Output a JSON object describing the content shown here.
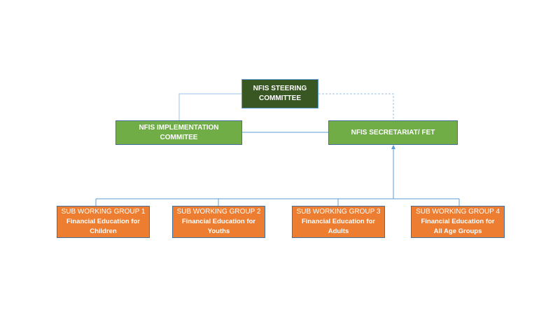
{
  "diagram": {
    "steering": {
      "line1": "NFIS STEERING",
      "line2": "COMMITTEE"
    },
    "implementation": {
      "line1": "NFIS IMPLEMENTATION",
      "line2": "COMMITEE"
    },
    "secretariat": {
      "label": "NFIS SECRETARIAT/ FET"
    },
    "sub_groups": [
      {
        "title": "SUB WORKING GROUP 1",
        "line1": "Financial Education for",
        "line2": "Children"
      },
      {
        "title": "SUB WORKING GROUP 2",
        "line1": "Financial Education for",
        "line2": "Youths"
      },
      {
        "title": "SUB WORKING GROUP 3",
        "line1": "Financial Education for",
        "line2": "Adults"
      },
      {
        "title": "SUB WORKING GROUP 4",
        "line1": "Financial Education for",
        "line2": "All Age Groups"
      }
    ],
    "colors": {
      "steering": "#385723",
      "committee": "#70ad47",
      "sub_group": "#ed7d31",
      "connector": "#5b9bd5"
    }
  }
}
